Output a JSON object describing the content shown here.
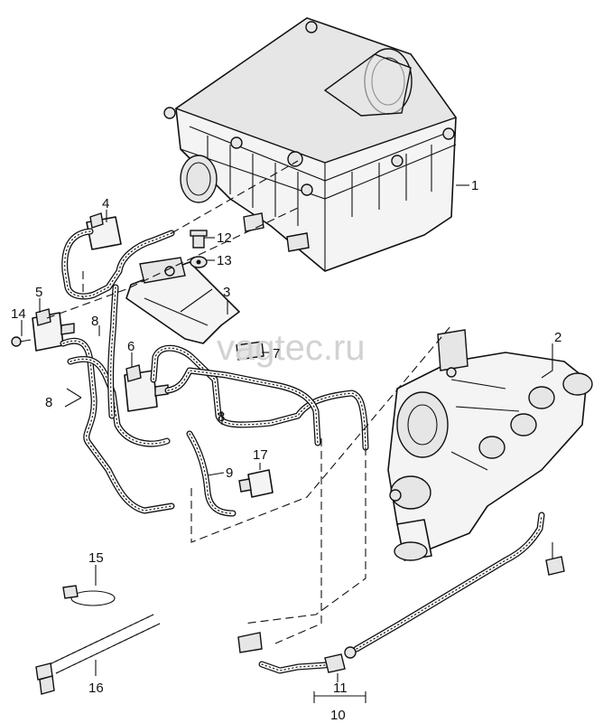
{
  "watermark": "vagtec.ru",
  "callouts": [
    {
      "id": "c1",
      "text": "1"
    },
    {
      "id": "c2",
      "text": "2"
    },
    {
      "id": "c3",
      "text": "3"
    },
    {
      "id": "c4",
      "text": "4"
    },
    {
      "id": "c5",
      "text": "5"
    },
    {
      "id": "c6",
      "text": "6"
    },
    {
      "id": "c7",
      "text": "7"
    },
    {
      "id": "c8a",
      "text": "8"
    },
    {
      "id": "c8b",
      "text": "8"
    },
    {
      "id": "c8c",
      "text": "8"
    },
    {
      "id": "c9",
      "text": "9"
    },
    {
      "id": "c10",
      "text": "10"
    },
    {
      "id": "c11",
      "text": "11"
    },
    {
      "id": "c12",
      "text": "12"
    },
    {
      "id": "c13",
      "text": "13"
    },
    {
      "id": "c14",
      "text": "14"
    },
    {
      "id": "c15",
      "text": "15"
    },
    {
      "id": "c16",
      "text": "16"
    },
    {
      "id": "c17",
      "text": "17"
    }
  ]
}
